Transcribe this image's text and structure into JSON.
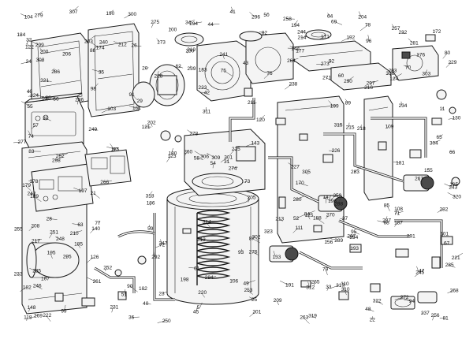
{
  "diagram": {
    "colors": {
      "line": "#1a1a1a",
      "fill": "#f4f4f4",
      "dark": "#4a4a4a",
      "background": "#ffffff"
    },
    "callouts": [
      "94",
      "176",
      "238",
      "239",
      "248",
      "182",
      "183",
      "196",
      "294",
      "280",
      "260",
      "278",
      "171",
      "322",
      "147",
      "161",
      "111",
      "11",
      "148",
      "143",
      "124",
      "125",
      "126",
      "118",
      "96",
      "97",
      "98",
      "99",
      "100",
      "101",
      "102",
      "103",
      "104",
      "105",
      "106",
      "107",
      "108",
      "109",
      "110",
      "133",
      "155",
      "156",
      "68",
      "5",
      "144",
      "36",
      "130",
      "140",
      "120",
      "121",
      "122",
      "123",
      "255",
      "257",
      "250",
      "22",
      "20",
      "21",
      "23",
      "24",
      "25",
      "26",
      "27",
      "28",
      "29",
      "30",
      "31",
      "32",
      "33",
      "34",
      "35",
      "40",
      "41",
      "42",
      "43",
      "44",
      "45",
      "46",
      "47",
      "48",
      "49",
      "50",
      "51",
      "52",
      "53",
      "54",
      "55",
      "56",
      "57",
      "58",
      "59",
      "60",
      "61",
      "62",
      "63",
      "64",
      "65",
      "66",
      "67",
      "69",
      "70",
      "71",
      "72",
      "73",
      "74",
      "75",
      "76",
      "77",
      "78",
      "79",
      "80",
      "81",
      "82",
      "83",
      "84",
      "85",
      "86",
      "87",
      "88",
      "89",
      "90",
      "91",
      "92",
      "93",
      "95",
      "170",
      "172",
      "173",
      "174",
      "175",
      "177",
      "178",
      "179",
      "180",
      "181",
      "184",
      "185",
      "186",
      "187",
      "188",
      "189",
      "190",
      "191",
      "192",
      "193",
      "194",
      "195",
      "197",
      "198",
      "199",
      "200",
      "201",
      "202",
      "203",
      "204",
      "205",
      "206",
      "207",
      "208",
      "209",
      "210",
      "211",
      "212",
      "213",
      "214",
      "215",
      "216",
      "217",
      "218",
      "219",
      "220",
      "221",
      "222",
      "223",
      "224",
      "225",
      "226",
      "227",
      "228",
      "229",
      "230",
      "231",
      "232",
      "233",
      "234",
      "235",
      "236",
      "237",
      "240",
      "241",
      "242",
      "243",
      "244",
      "245",
      "246",
      "247",
      "249",
      "251",
      "252",
      "253",
      "254",
      "256",
      "258",
      "259",
      "261",
      "262",
      "263",
      "264",
      "265",
      "266",
      "267",
      "268",
      "269",
      "270",
      "271",
      "272",
      "273",
      "274",
      "275",
      "276",
      "277",
      "279",
      "281",
      "282",
      "283",
      "284",
      "285",
      "286",
      "287",
      "288",
      "289",
      "290",
      "291",
      "292",
      "293",
      "295",
      "296",
      "297",
      "298",
      "299",
      "300",
      "301",
      "302",
      "303",
      "304",
      "305",
      "306",
      "307",
      "308",
      "309",
      "310",
      "311",
      "312",
      "313",
      "314",
      "315",
      "316",
      "317",
      "318",
      "319",
      "320",
      "321",
      "323"
    ]
  }
}
